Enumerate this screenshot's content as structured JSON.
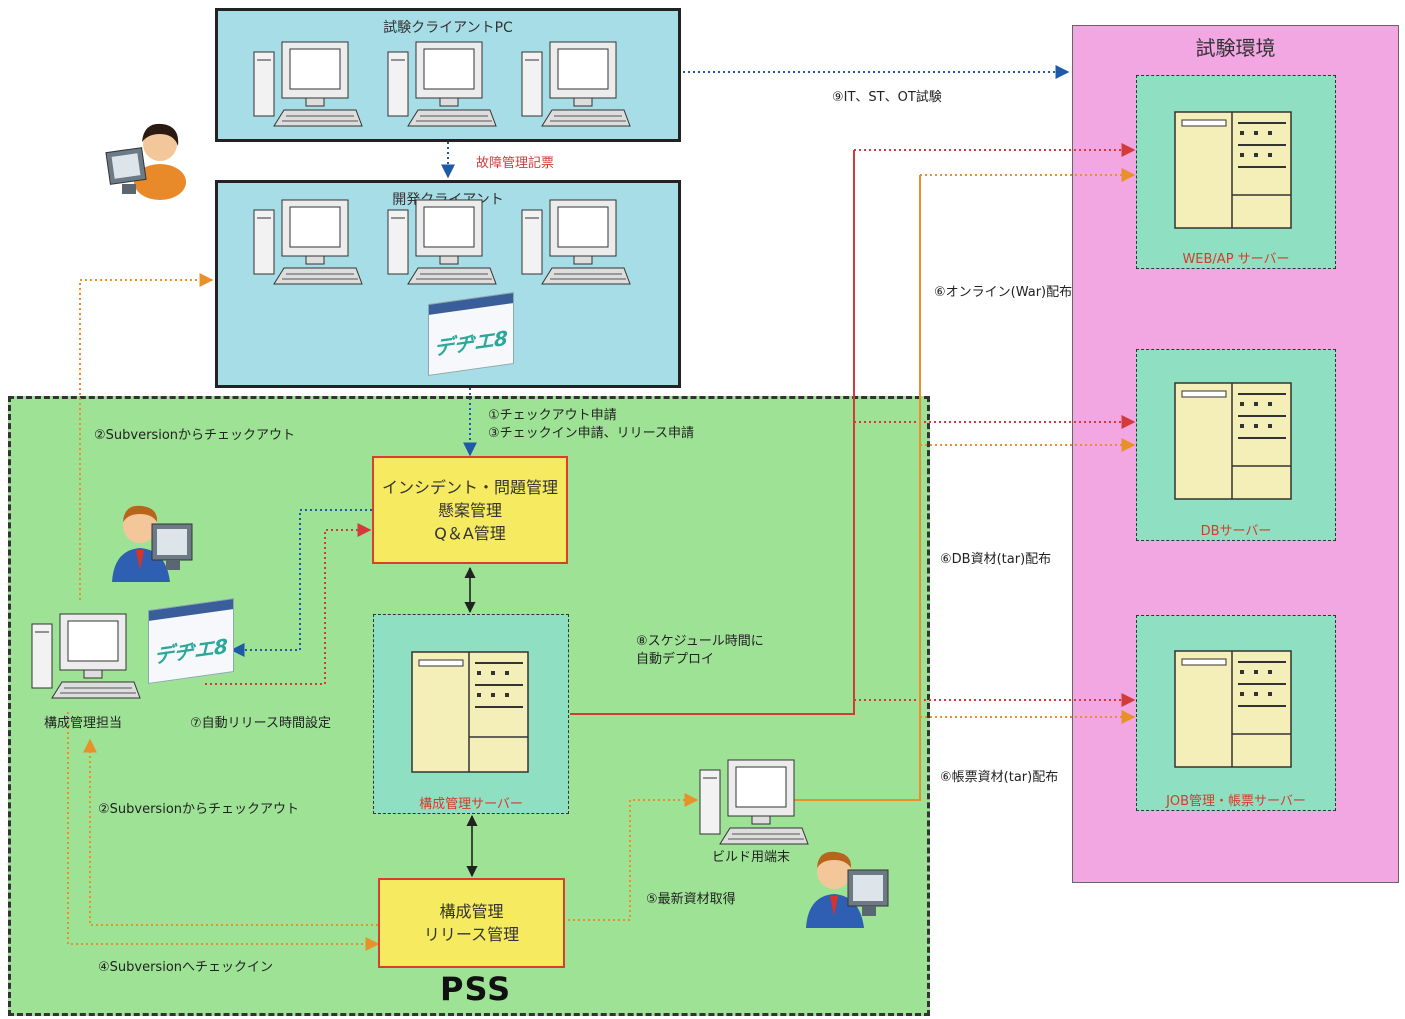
{
  "test_clients": {
    "title": "試験クライアントPC"
  },
  "dev_clients": {
    "title": "開発クライアント"
  },
  "test_env": {
    "title": "試験環境"
  },
  "servers": {
    "web_ap": "WEB/AP サーバー",
    "db": "DBサーバー",
    "job": "JOB管理・帳票サーバー",
    "config": "構成管理サーバー"
  },
  "pss": {
    "title": "PSS"
  },
  "incident_box": {
    "line1": "インシデント・問題管理",
    "line2": "懸案管理",
    "line3": "Q＆A管理"
  },
  "release_box": {
    "line1": "構成管理",
    "line2": "リリース管理"
  },
  "people": {
    "config_manager": "構成管理担当",
    "build_terminal": "ビルド用端末"
  },
  "logos": {
    "deguchi": "デヂエ8"
  },
  "steps": {
    "fault_report": "故障管理記票",
    "it_st_ot": "⑨IT、ST、OT試験",
    "checkout_request": "①チェックアウト申請",
    "checkin_request": "③チェックイン申請、リリース申請",
    "svn_checkout_top": "②Subversionからチェックアウト",
    "svn_checkout_bottom": "②Subversionからチェックアウト",
    "svn_checkin": "④Subversionへチェックイン",
    "auto_release_time": "⑦自動リリース時間設定",
    "auto_deploy_1": "⑧スケジュール時間に",
    "auto_deploy_2": "自動デプロイ",
    "latest_material": "⑤最新資材取得",
    "deploy_online": "⑥オンライン(War)配布",
    "deploy_db": "⑥DB資材(tar)配布",
    "deploy_report": "⑥帳票資材(tar)配布"
  },
  "colors": {
    "client_bg": "#a6dde6",
    "pss_bg": "#9ee296",
    "env_bg": "#f2a6e2",
    "server_area_bg": "#8fe0c2",
    "box_yellow": "#f6ea60",
    "line_red": "#d33a3a",
    "line_orange": "#e8902a",
    "line_blue": "#1f5aa8"
  }
}
